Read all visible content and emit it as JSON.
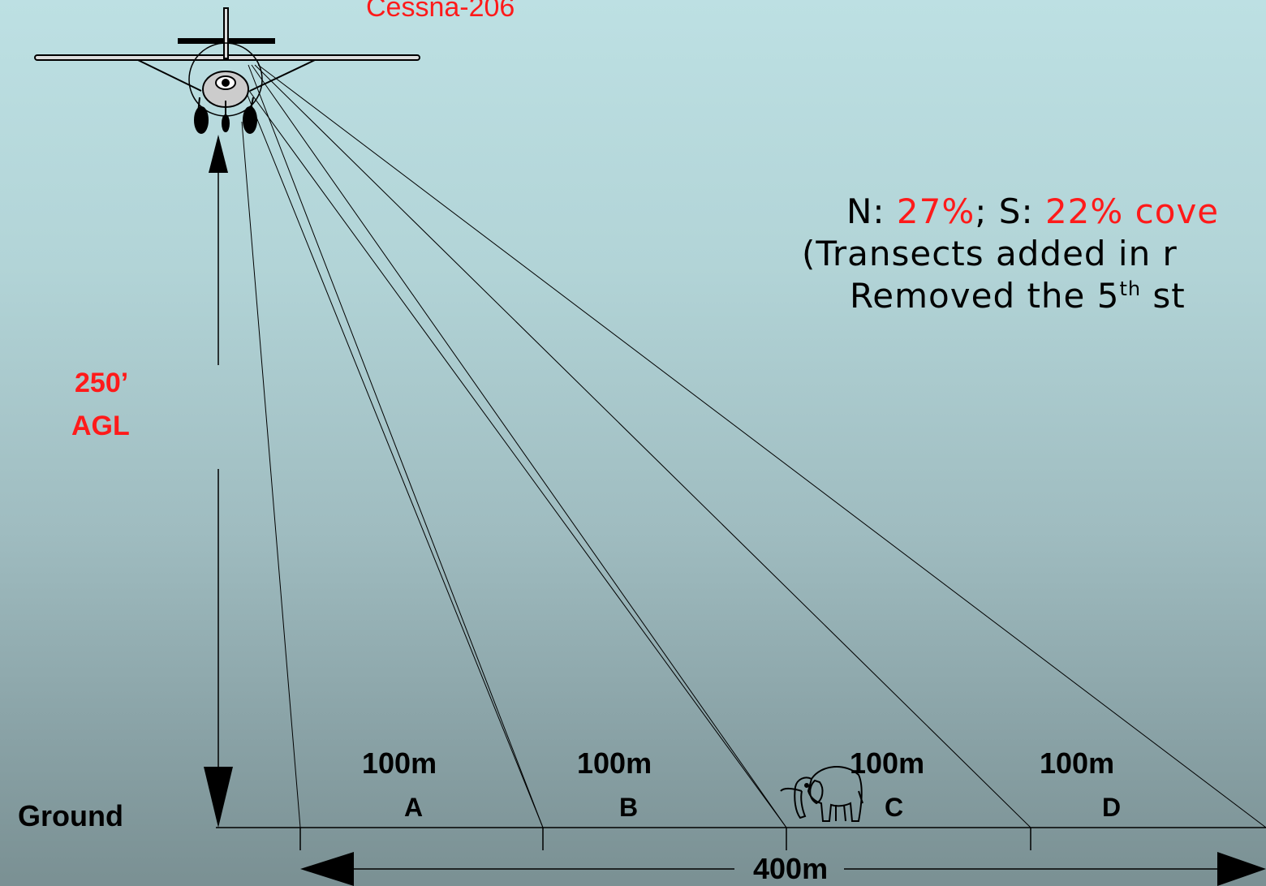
{
  "aircraft_label": "Cessna-206",
  "altitude": {
    "value": "250’",
    "unit": "AGL"
  },
  "ground_label": "Ground",
  "strips": [
    {
      "width": "100m",
      "letter": "A"
    },
    {
      "width": "100m",
      "letter": "B"
    },
    {
      "width": "100m",
      "letter": "C"
    },
    {
      "width": "100m",
      "letter": "D"
    }
  ],
  "total_width": "400m",
  "coverage": {
    "n_label": "N: ",
    "n_value": "27%",
    "sep": "; S: ",
    "s_value": "22% cove",
    "line2": "(Transects added in r",
    "line3_pre": "Removed the 5",
    "line3_sup": "th",
    "line3_post": " st"
  },
  "colors": {
    "accent": "#ff1a1a",
    "line": "#000000"
  },
  "icons": {
    "aircraft": "cessna-206-front-icon",
    "animal": "elephant-icon"
  }
}
